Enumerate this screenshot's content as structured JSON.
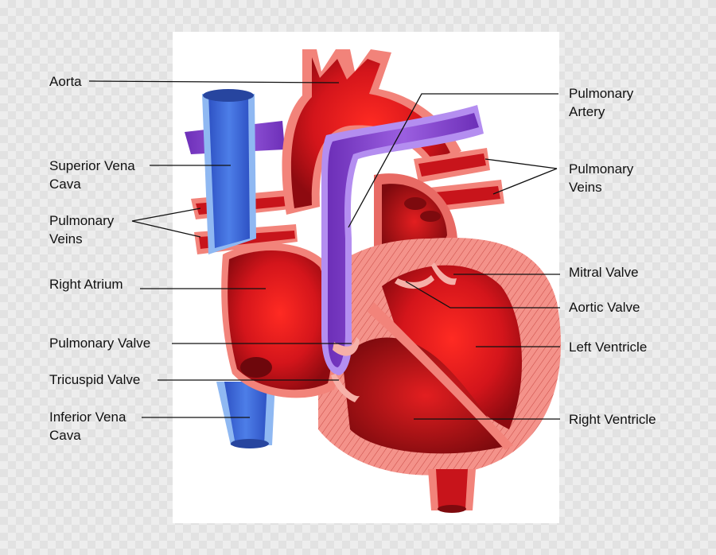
{
  "diagram": {
    "labels": {
      "aorta": "Aorta",
      "superior_vena_cava": [
        "Superior Vena",
        "Cava"
      ],
      "pulmonary_veins_left": [
        "Pulmonary",
        "Veins"
      ],
      "right_atrium": "Right Atrium",
      "pulmonary_valve": "Pulmonary Valve",
      "tricuspid_valve": "Tricuspid Valve",
      "inferior_vena_cava": [
        "Inferior Vena",
        "Cava"
      ],
      "pulmonary_artery": [
        "Pulmonary",
        "Artery"
      ],
      "pulmonary_veins_right": [
        "Pulmonary",
        "Veins"
      ],
      "mitral_valve": "Mitral Valve",
      "aortic_valve": "Aortic Valve",
      "left_ventricle": "Left Ventricle",
      "right_ventricle": "Right Ventricle"
    },
    "colors": {
      "oxygenated": "#d81a1f",
      "muscle": "#f2837a",
      "deoxygenated_vein": "#3c6fd8",
      "pulmonary_artery": "#8a4fd0",
      "leader_line": "#111111"
    }
  }
}
